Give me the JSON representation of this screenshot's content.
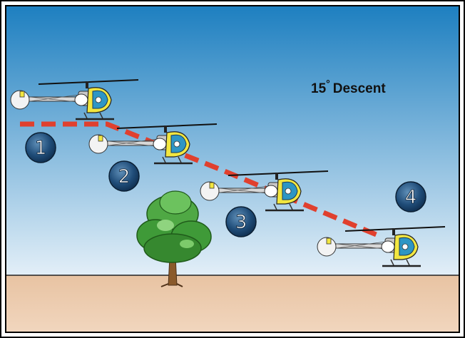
{
  "diagram": {
    "title_number": "15",
    "title_degree": "°",
    "title_word": "Descent",
    "steps": [
      {
        "label": "1"
      },
      {
        "label": "2"
      },
      {
        "label": "3"
      },
      {
        "label": "4"
      }
    ]
  },
  "colors": {
    "sky_top": "#1d7fc0",
    "sky_bottom": "#e3eff8",
    "ground": "#e8c3a2",
    "path": "#e0402e",
    "badge_dark": "#0e2c4c",
    "badge_light": "#5f8fb8",
    "heli_body": "#f2e640",
    "heli_cabin": "#2e96c4",
    "tree_green": "#3f9a38",
    "trunk": "#8a5a2b"
  },
  "icons": [
    "helicopter-icon",
    "tree-icon",
    "badge-icon"
  ]
}
